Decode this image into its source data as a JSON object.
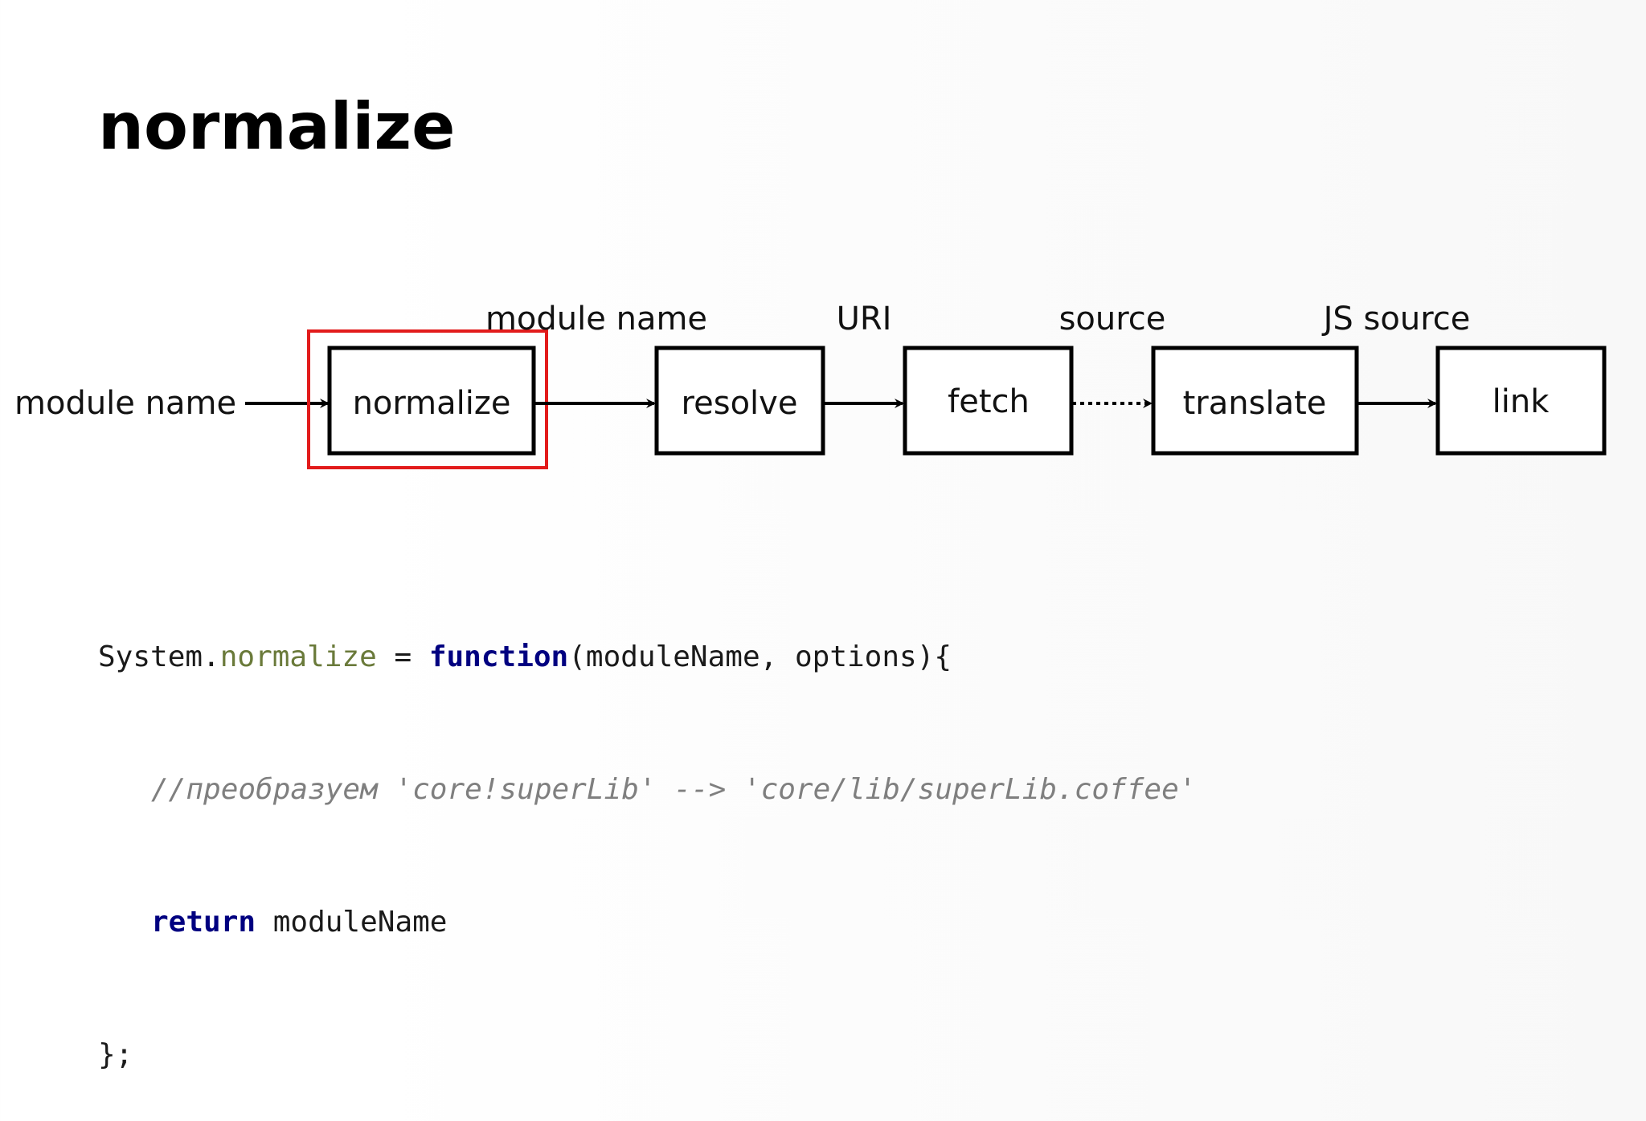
{
  "title": "normalize",
  "diagram": {
    "input_label": "module name",
    "stages": [
      {
        "label": "normalize",
        "highlighted": true
      },
      {
        "label": "resolve",
        "highlighted": false
      },
      {
        "label": "fetch",
        "highlighted": false
      },
      {
        "label": "translate",
        "highlighted": false
      },
      {
        "label": "link",
        "highlighted": false
      }
    ],
    "edges": [
      {
        "label": "module name",
        "style": "solid"
      },
      {
        "label": "URI",
        "style": "solid"
      },
      {
        "label": "source",
        "style": "dotted"
      },
      {
        "label": "JS source",
        "style": "solid"
      }
    ],
    "highlight_color": "#e21b1b"
  },
  "code": {
    "line1": {
      "object": "System.",
      "method": "normalize",
      "assign": " = ",
      "keyword": "function",
      "params": "(moduleName, options){"
    },
    "line2": {
      "comment": "//преобразуем 'core!superLib' --> 'core/lib/superLib.coffee'"
    },
    "line3": {
      "keyword": "return",
      "value": " moduleName"
    },
    "line4": {
      "text": "};"
    },
    "colors": {
      "keyword": "#000080",
      "property": "#6a7a3a",
      "comment": "#7f7f7f"
    }
  }
}
